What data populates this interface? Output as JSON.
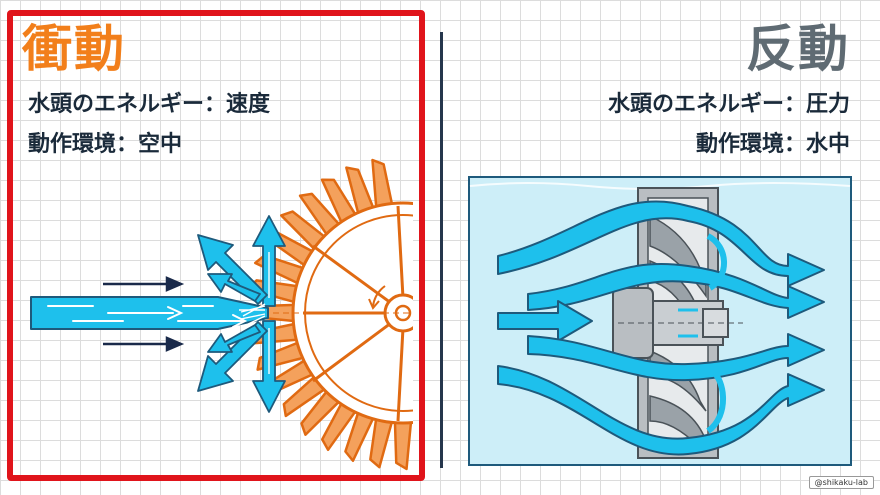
{
  "left": {
    "title": "衝動",
    "info_1": "水頭のエネルギー：速度",
    "info_2": "動作環境：空中",
    "accent_color": "#f27f1b",
    "frame_color": "#e0141b"
  },
  "right": {
    "title": "反動",
    "info_1": "水頭のエネルギー：圧力",
    "info_2": "動作環境：水中",
    "title_color": "#5f6b73"
  },
  "colors": {
    "water": "#1ec0ec",
    "water_outline": "#1e5a7c",
    "turbine_gray": "#9aa2a8",
    "arrow_dark": "#1a2a4a"
  },
  "credit": "@shikaku-lab"
}
